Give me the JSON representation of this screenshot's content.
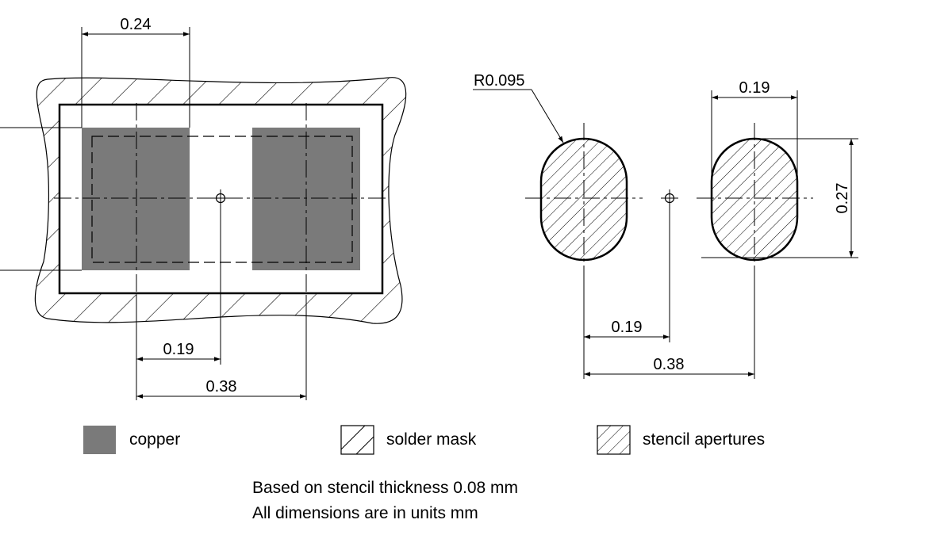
{
  "left_view": {
    "dim_top": "0.24",
    "dim_mid": "0.19",
    "dim_bottom": "0.38"
  },
  "right_view": {
    "radius_label": "R0.095",
    "dim_top": "0.19",
    "dim_side": "0.27",
    "dim_mid": "0.19",
    "dim_bottom": "0.38"
  },
  "legend": {
    "copper": "copper",
    "solder_mask": "solder mask",
    "stencil": "stencil apertures"
  },
  "notes": {
    "line1": "Based on stencil thickness 0.08 mm",
    "line2": "All dimensions are in units mm"
  },
  "colors": {
    "copper": "#7a7a7a",
    "line": "#000000"
  }
}
